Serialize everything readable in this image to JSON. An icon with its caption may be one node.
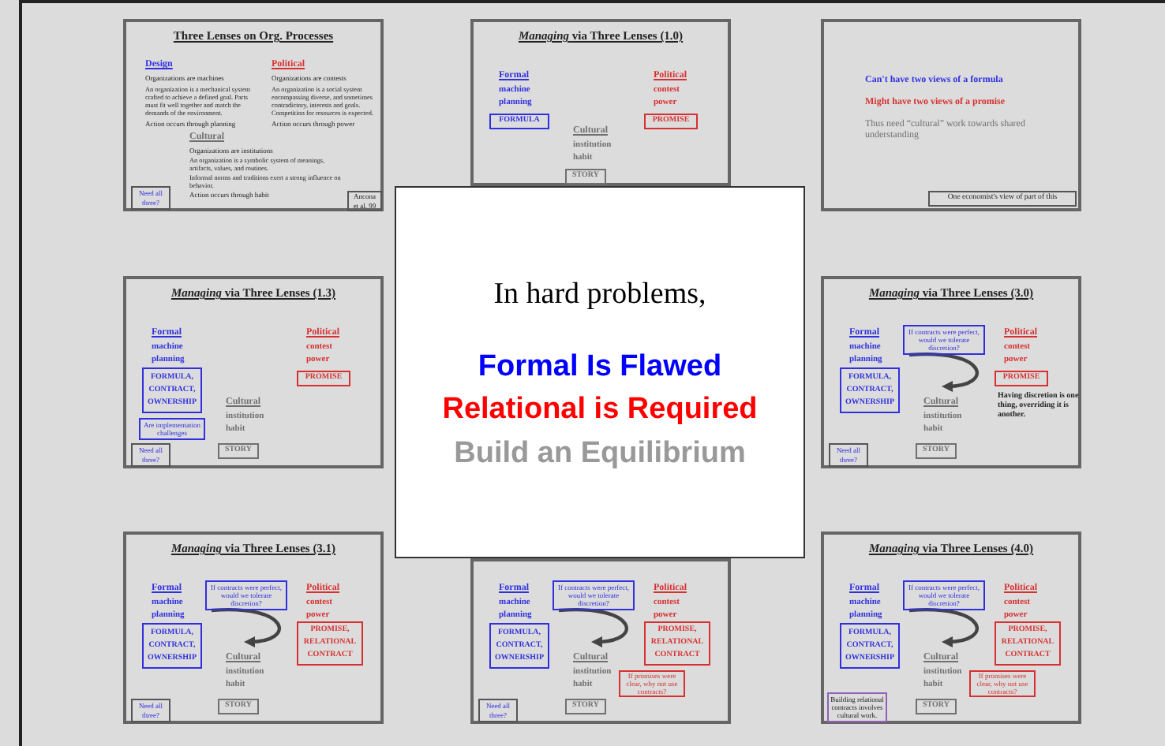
{
  "diagram": {
    "nodes": [
      {
        "text": [
          "Three Lenses on Org. Processes",
          "Design",
          "Organizations are machines",
          "An organization is a mechanical system crafted to achieve a defined goal. Parts must fit well together and match the demands of the environment.",
          "Action occurs through planning",
          "Political",
          "Organizations are contests",
          "An organization is a social system encompassing diverse, and sometimes contradictory, interests and goals. Competition for resources is expected.",
          "Action occurs through power",
          "Cultural",
          "Organizations are institutions",
          "An organization is a symbolic system of meanings, artifacts, values, and routines.",
          "Informal norms and traditions exert a strong influence on behavior.",
          "Action occurs through habit"
        ]
      },
      {
        "text": [
          "Need all three?"
        ],
        "in": 0
      },
      {
        "text": [
          "Ancona et al. 99"
        ],
        "in": 0
      },
      {
        "text": [
          "*Managing* via Three Lenses (1.0)",
          "Formal",
          "machine",
          "planning",
          "Political",
          "contest",
          "power",
          "Cultural",
          "institution",
          "habit"
        ]
      },
      {
        "text": [
          "FORMULA"
        ],
        "in": 3
      },
      {
        "text": [
          "PROMISE"
        ],
        "in": 3
      },
      {
        "text": [
          "STORY"
        ],
        "in": 3
      },
      {
        "text": [
          "Can't have two views of a formula",
          "Might have two views of a promise",
          "Thus need “cultural” work towards shared understanding"
        ]
      },
      {
        "text": [
          "One economist's view of part of this"
        ],
        "in": 7
      },
      {
        "text": [
          "*Managing* via Three Lenses (1.3)",
          "Formal",
          "machine",
          "planning",
          "Political",
          "contest",
          "power",
          "Cultural",
          "institution",
          "habit"
        ]
      },
      {
        "text": [
          "FORMULA, CONTRACT, OWNERSHIP"
        ],
        "in": 9
      },
      {
        "text": [
          "Are implementation challenges"
        ],
        "in": 9
      },
      {
        "text": [
          "PROMISE"
        ],
        "in": 9
      },
      {
        "text": [
          "STORY"
        ],
        "in": 9
      },
      {
        "text": [
          "Need all three?"
        ],
        "in": 9
      },
      {
        "text": [
          "In hard problems,",
          "Formal Is Flawed",
          "Relational is Required",
          "Build an Equilibrium"
        ]
      },
      {
        "text": [
          "*Managing* via Three Lenses (3.0)",
          "Formal",
          "machine",
          "planning",
          "Political",
          "contest",
          "power",
          "Cultural",
          "institution",
          "habit",
          "Having discretion is one thing, overriding it is another."
        ]
      },
      {
        "text": [
          "If contracts were perfect, would we tolerate discretion?"
        ],
        "in": 16
      },
      {
        "text": [
          "FORMULA, CONTRACT, OWNERSHIP"
        ],
        "in": 16
      },
      {
        "text": [
          "PROMISE"
        ],
        "in": 16
      },
      {
        "text": [
          "STORY"
        ],
        "in": 16
      },
      {
        "text": [
          "Need all three?"
        ],
        "in": 16
      },
      {
        "text": [
          "*Managing* via Three Lenses (3.1)",
          "Formal",
          "machine",
          "planning",
          "Political",
          "contest",
          "power",
          "Cultural",
          "institution",
          "habit"
        ]
      },
      {
        "text": [
          "If contracts were perfect, would we tolerate discretion?"
        ],
        "in": 22
      },
      {
        "text": [
          "FORMULA, CONTRACT, OWNERSHIP"
        ],
        "in": 22
      },
      {
        "text": [
          "PROMISE, RELATIONAL CONTRACT"
        ],
        "in": 22
      },
      {
        "text": [
          "STORY"
        ],
        "in": 22
      },
      {
        "text": [
          "Need all three?"
        ],
        "in": 22
      },
      {
        "text": [
          "Formal",
          "machine",
          "planning",
          "Political",
          "contest",
          "power",
          "Cultural",
          "institution",
          "habit"
        ]
      },
      {
        "text": [
          "If contracts were perfect, would we tolerate discretion?"
        ],
        "in": 28
      },
      {
        "text": [
          "FORMULA, CONTRACT, OWNERSHIP"
        ],
        "in": 28
      },
      {
        "text": [
          "PROMISE, RELATIONAL CONTRACT"
        ],
        "in": 28
      },
      {
        "text": [
          "If promises were clear, why not use contracts?"
        ],
        "in": 28
      },
      {
        "text": [
          "STORY"
        ],
        "in": 28
      },
      {
        "text": [
          "Need all three?"
        ],
        "in": 28
      },
      {
        "text": [
          "*Managing* via Three Lenses (4.0)",
          "Formal",
          "machine",
          "planning",
          "Political",
          "contest",
          "power",
          "Cultural",
          "institution",
          "habit"
        ]
      },
      {
        "text": [
          "If contracts were perfect, would we tolerate discretion?"
        ],
        "in": 35
      },
      {
        "text": [
          "FORMULA, CONTRACT, OWNERSHIP"
        ],
        "in": 35
      },
      {
        "text": [
          "PROMISE, RELATIONAL CONTRACT"
        ],
        "in": 35
      },
      {
        "text": [
          "If promises were clear, why not use contracts?"
        ],
        "in": 35
      },
      {
        "text": [
          "STORY"
        ],
        "in": 35
      },
      {
        "text": [
          "Building relational contracts involves cultural work."
        ],
        "in": 35
      }
    ],
    "edges": [
      {
        "from": 17,
        "to": null,
        "arrow": "to"
      },
      {
        "from": 23,
        "to": null,
        "arrow": "to"
      },
      {
        "from": 29,
        "to": null,
        "arrow": "to"
      },
      {
        "from": 36,
        "to": null,
        "arrow": "to"
      }
    ]
  }
}
